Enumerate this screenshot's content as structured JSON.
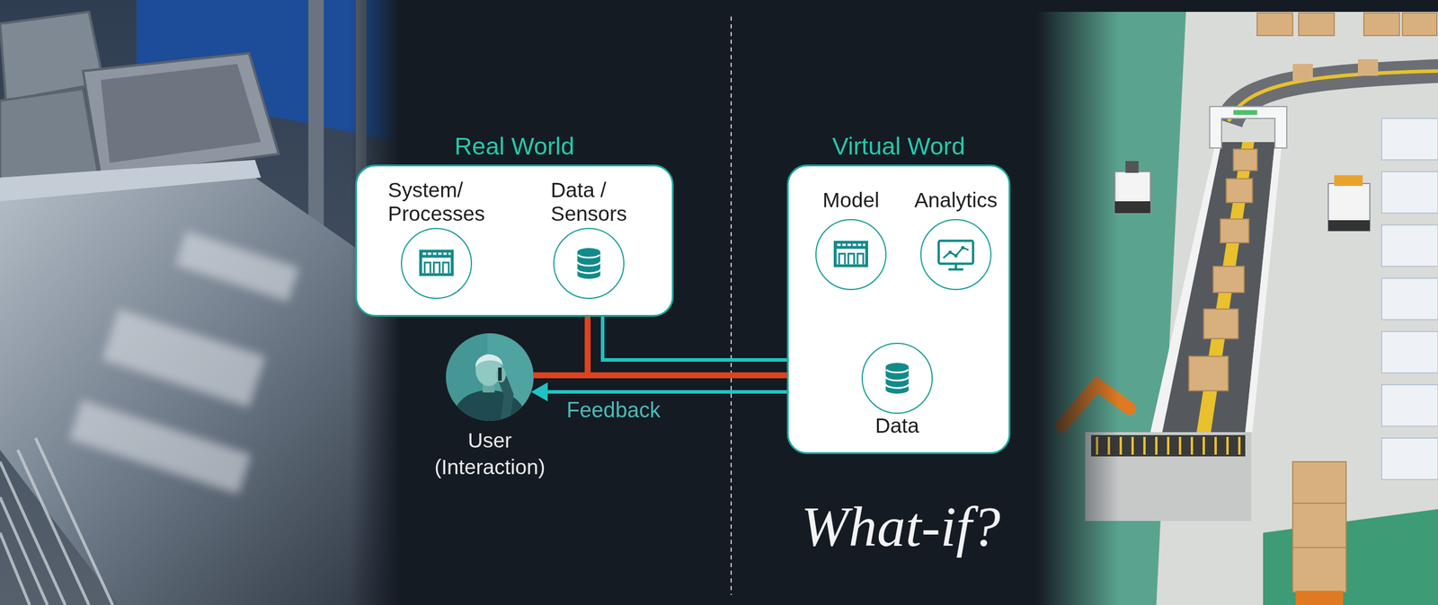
{
  "diagram": {
    "nodes": [
      {
        "text": [
          "Real World"
        ]
      },
      {
        "text": [
          "System/ Processes"
        ],
        "in": 0
      },
      {
        "text": [
          "Data / Sensors"
        ],
        "in": 0
      },
      {
        "text": [
          "Virtual Word"
        ]
      },
      {
        "text": [
          "Model"
        ],
        "in": 3
      },
      {
        "text": [
          "Analytics"
        ],
        "in": 3
      },
      {
        "text": [
          "Data"
        ],
        "in": 3
      },
      {
        "text": [
          "User (Interaction)"
        ]
      }
    ],
    "edges": [
      {
        "from": 0,
        "to": 6,
        "arrow": "to"
      },
      {
        "from": 7,
        "to": 6,
        "arrow": "to"
      },
      {
        "from": 0,
        "to": 6,
        "arrow": "none"
      },
      {
        "from": 6,
        "to": 7,
        "label": "Feedback",
        "arrow": "to"
      },
      {
        "from": 6,
        "to": 4,
        "arrow": "both"
      },
      {
        "from": 6,
        "to": 5,
        "arrow": "both"
      }
    ],
    "labels": [
      "What-if?"
    ]
  }
}
